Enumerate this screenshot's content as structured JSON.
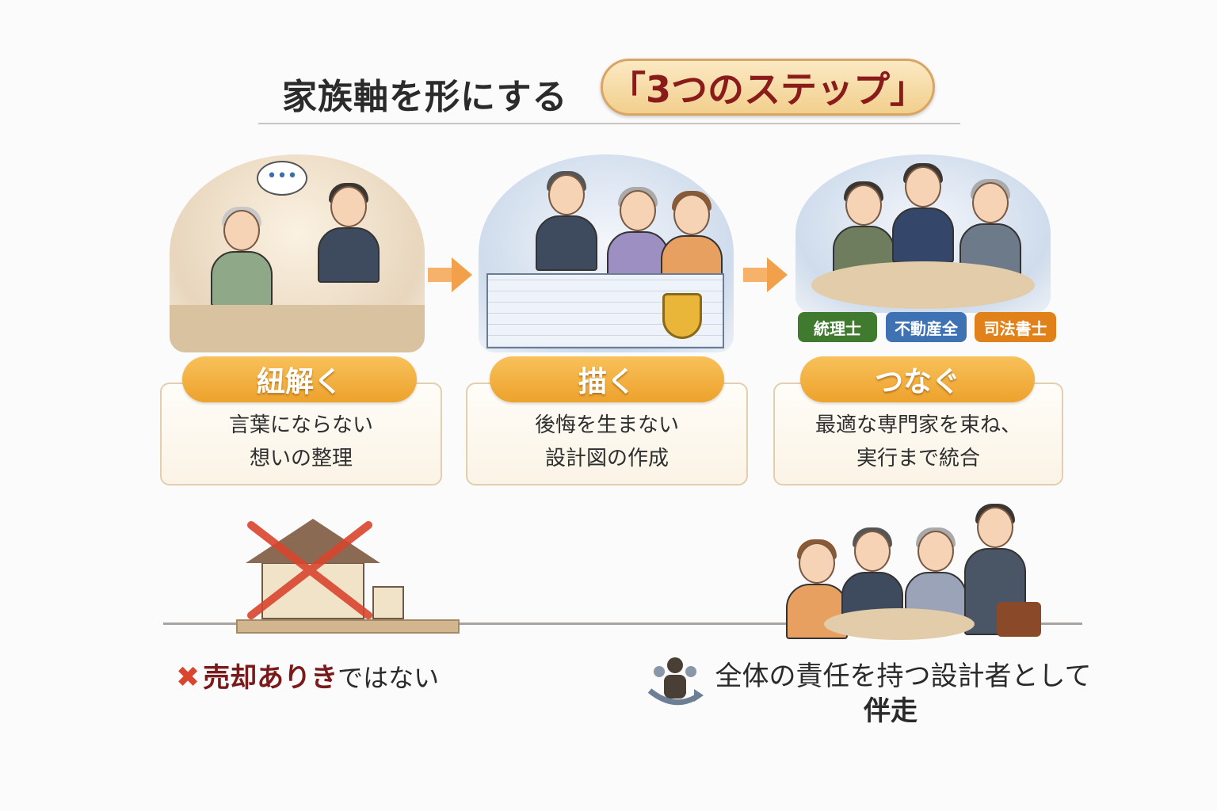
{
  "header": {
    "title": "家族軸を形にする",
    "highlight": "「3つのステップ」"
  },
  "steps": [
    {
      "label": "紐解く",
      "line1": "言葉にならない",
      "line2": "想いの整理"
    },
    {
      "label": "描く",
      "line1": "後悔を生まない",
      "line2": "設計図の作成"
    },
    {
      "label": "つなぐ",
      "line1": "最適な専門家を束ね、",
      "line2": "実行まで統合"
    }
  ],
  "badges": [
    {
      "text": "統理士",
      "color": "#3f7a2e"
    },
    {
      "text": "不動産全",
      "color": "#3f72b3"
    },
    {
      "text": "司法書士",
      "color": "#e0811a"
    }
  ],
  "bottom": {
    "left_strong": "売却ありき",
    "left_rest": "ではない",
    "right_line1": "全体の責任を持つ設計者として",
    "right_line2": "伴走"
  },
  "colors": {
    "accent": "#f0a83a",
    "dark_red": "#7a1a1a",
    "cross": "#d9452e"
  }
}
